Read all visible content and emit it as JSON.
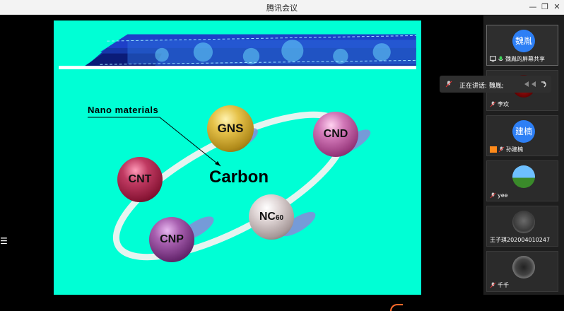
{
  "window": {
    "title": "腾讯会议",
    "controls": [
      "minimize-icon",
      "restore-icon",
      "close-icon"
    ]
  },
  "slide": {
    "header_label": "Nano  materials",
    "center_label": "Carbon",
    "balls": [
      {
        "label": "GNS",
        "color": "#c8a62c"
      },
      {
        "label": "CND",
        "color": "#a84c8c"
      },
      {
        "label": "CNT",
        "color": "#8a1838"
      },
      {
        "label": "CNP",
        "color": "#6a2a6a"
      },
      {
        "label": "NC",
        "sub": "60",
        "color": "#9a8c8c"
      }
    ],
    "background": "#00ffd5"
  },
  "left_marker": "☰",
  "participants": [
    {
      "name": "魏胤的屏幕共享",
      "avatar_text": "魏胤",
      "type": "initials",
      "sharing": true
    },
    {
      "name": "李欢",
      "type": "photo"
    },
    {
      "name": "孙建楠",
      "avatar_text": "建楠",
      "type": "initials"
    },
    {
      "name": "yee",
      "type": "photo"
    },
    {
      "name": "王子琪202004010247",
      "type": "photo"
    },
    {
      "name": "千千",
      "type": "photo"
    }
  ],
  "speaking": {
    "text": "正在讲话: 魏胤;"
  },
  "colors": {
    "accent": "#2d7ff5",
    "mic": "#3fd65b"
  }
}
